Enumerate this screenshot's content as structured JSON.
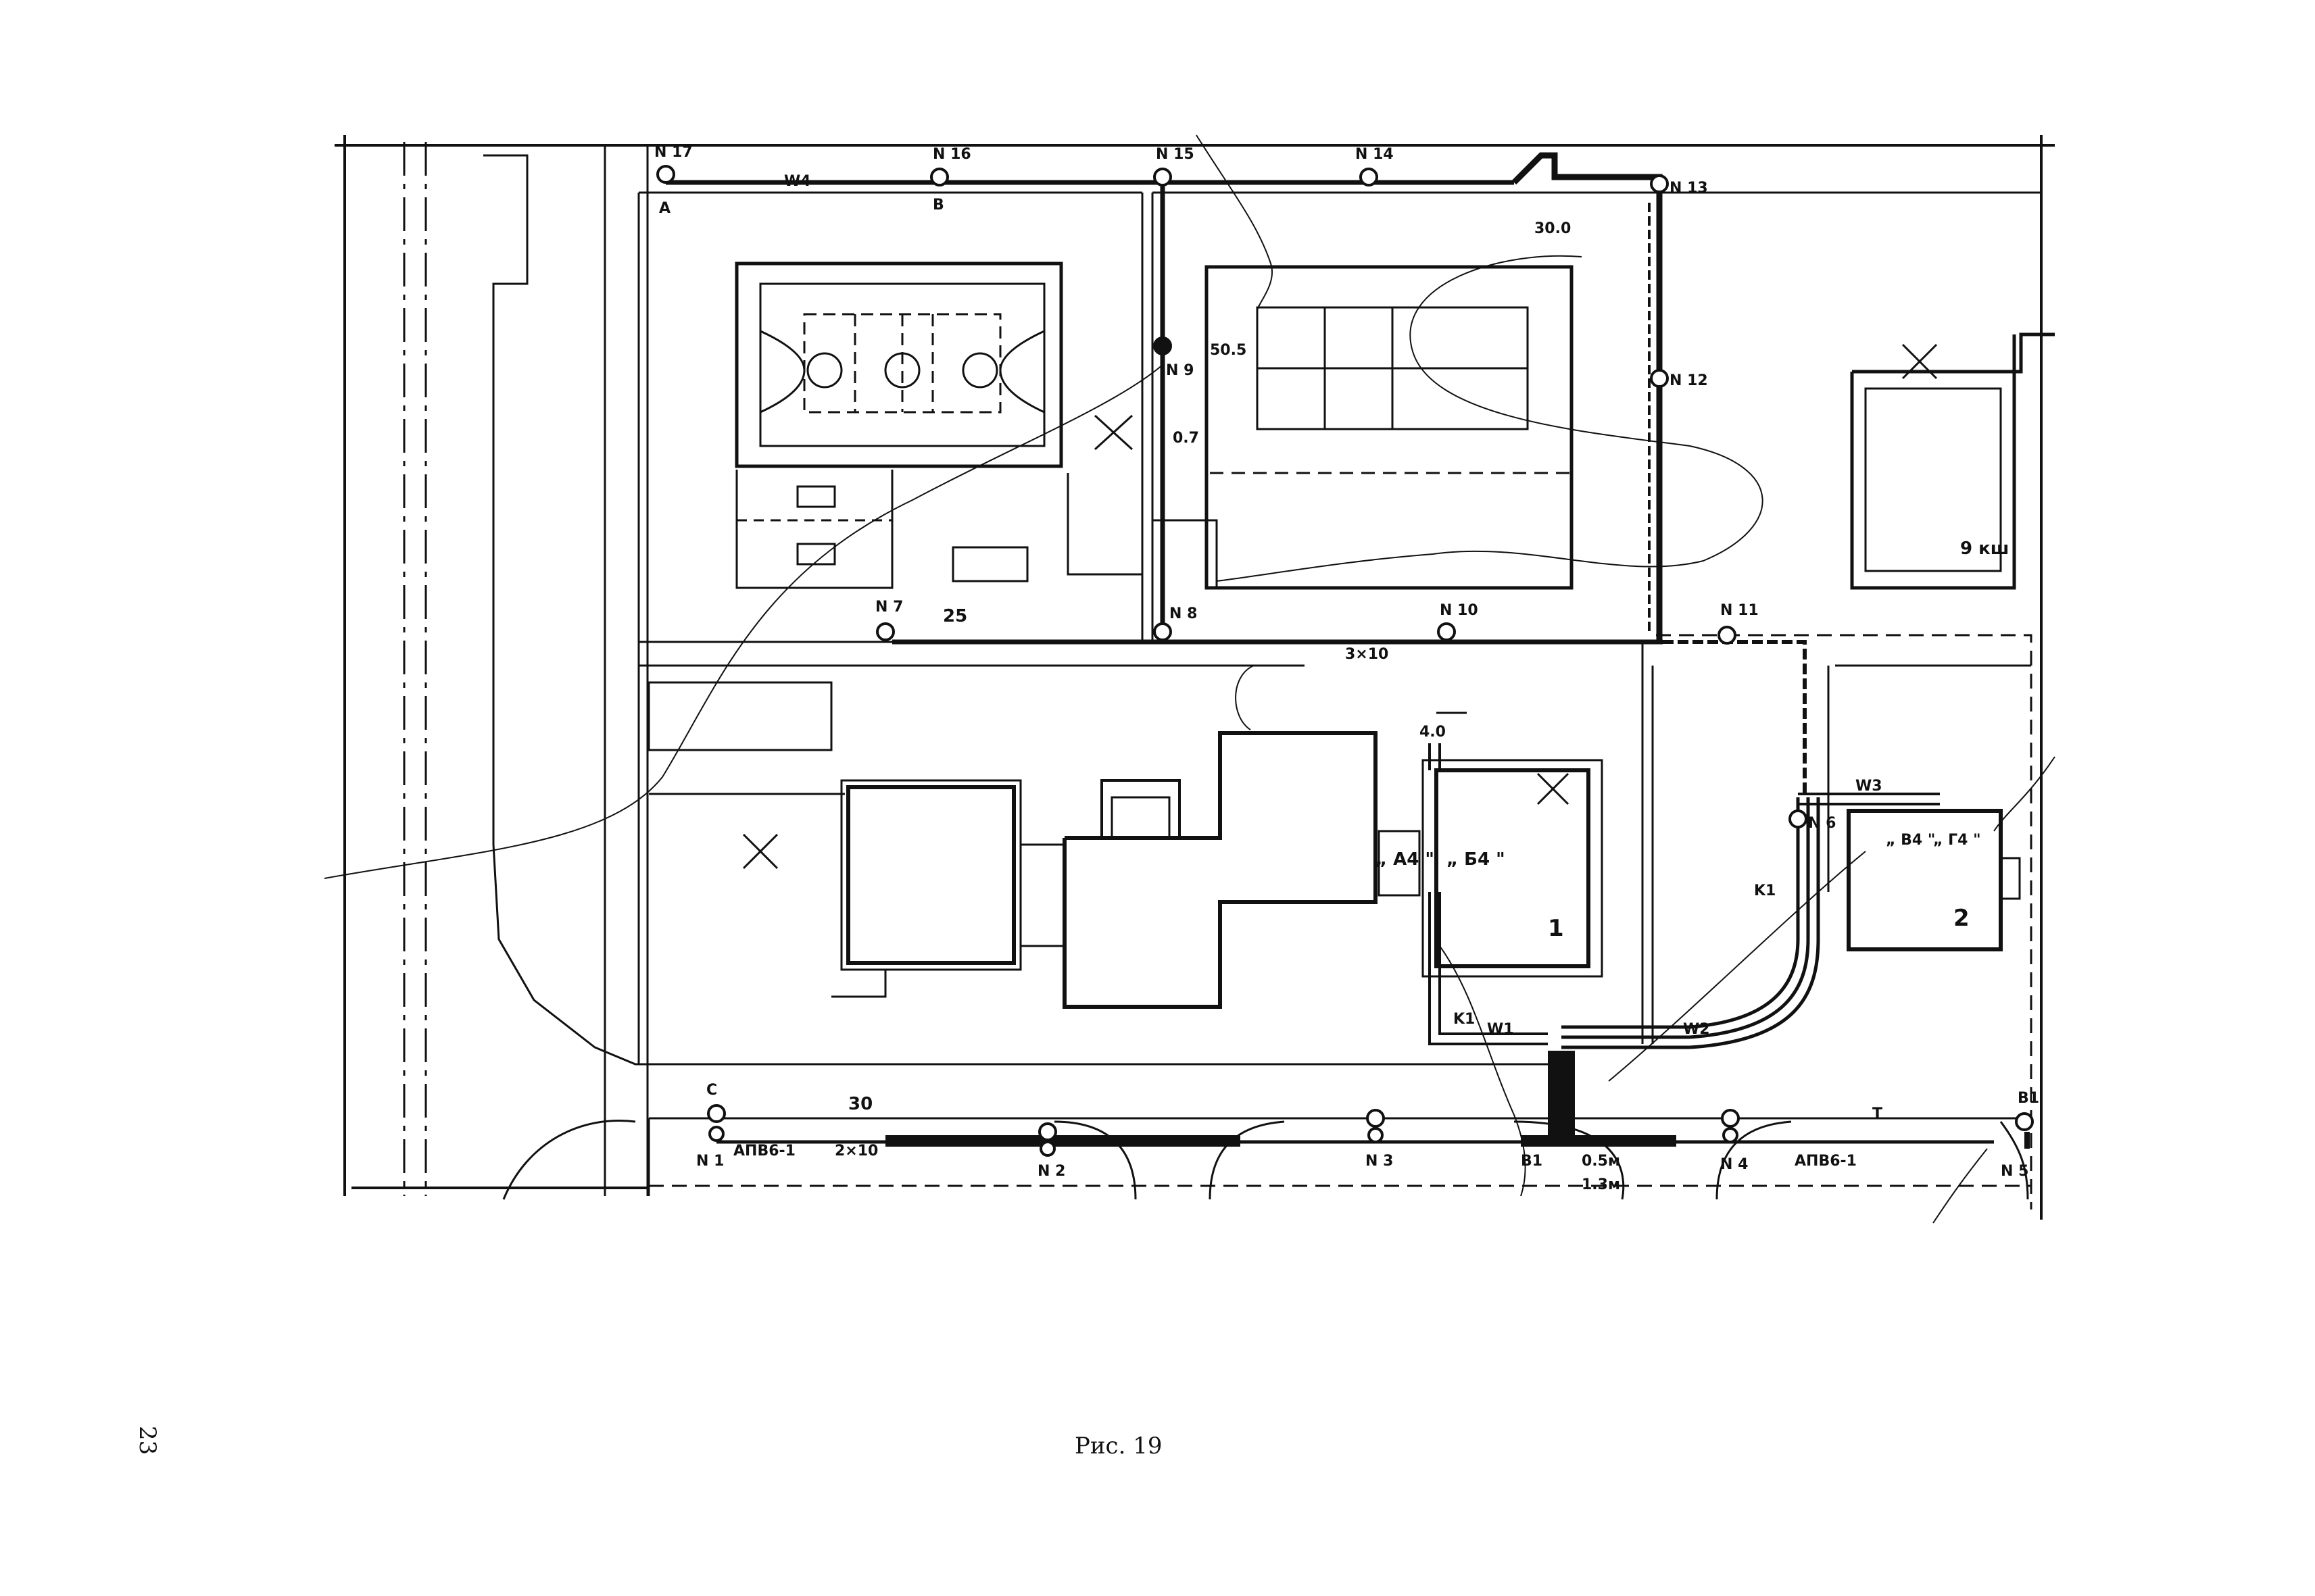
{
  "figure": {
    "caption": "Рис. 19",
    "page_number": "23"
  },
  "poles": {
    "N1": "N 1",
    "N2": "N 2",
    "N3": "N 3",
    "N4": "N 4",
    "N5": "N 5",
    "N6": "N 6",
    "N7": "N 7",
    "N8": "N 8",
    "N9": "N 9",
    "N10": "N 10",
    "N11": "N 11",
    "N12": "N 12",
    "N13": "N 13",
    "N14": "N 14",
    "N15": "N 15",
    "N16": "N 16",
    "N17": "N 17"
  },
  "letters": {
    "A": "A",
    "B": "B",
    "C": "C",
    "T": "T",
    "B1": "B1",
    "B1r": "B1",
    "K1": "K1",
    "W4": "W4",
    "W3": "W3",
    "W1": "W1",
    "W2": "W2",
    "K1r": "K1"
  },
  "spans": {
    "s25": "25",
    "s30": "30",
    "s07": "0.7",
    "s505": "50.5",
    "s300": "30.0",
    "s40": "4.0",
    "s05": "0.5м",
    "s13": "1.3м"
  },
  "cables": {
    "apv": "АПВ6-1",
    "apv2": "АПВ6-1",
    "x3": "3×10",
    "x2": "2×10"
  },
  "buildings": {
    "b1": "1",
    "b2": "2",
    "A4": "„ А4 \"",
    "B4": "„ Б4 \"",
    "B4r": "„ В4 \"",
    "G4": "„ Г4 \"",
    "kv": "9 кш"
  }
}
